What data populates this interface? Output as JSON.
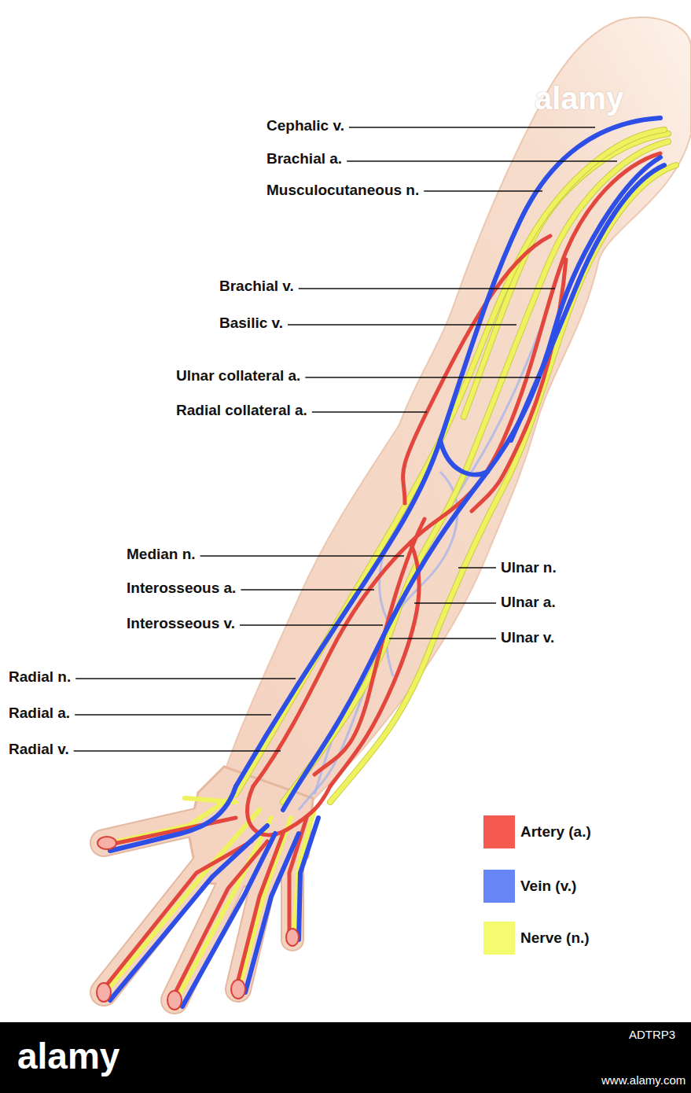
{
  "diagram": {
    "labels": [
      "Cephalic v.",
      "Brachial a.",
      "Musculocutaneous n.",
      "Brachial v.",
      "Basilic v.",
      "Ulnar collateral a.",
      "Radial collateral a.",
      "Median n.",
      "Interosseous a.",
      "Interosseous v.",
      "Ulnar n.",
      "Ulnar a.",
      "Ulnar v.",
      "Radial n.",
      "Radial a.",
      "Radial v.",
      "alamy",
      "alamy",
      "ADTRP3",
      "www.alamy.com"
    ],
    "legend": [
      {
        "text": "Artery (a.)",
        "color": "#f55a50"
      },
      {
        "text": "Vein (v.)",
        "color": "#6685f7"
      },
      {
        "text": "Nerve (n.)",
        "color": "#f4fb6e"
      }
    ]
  }
}
